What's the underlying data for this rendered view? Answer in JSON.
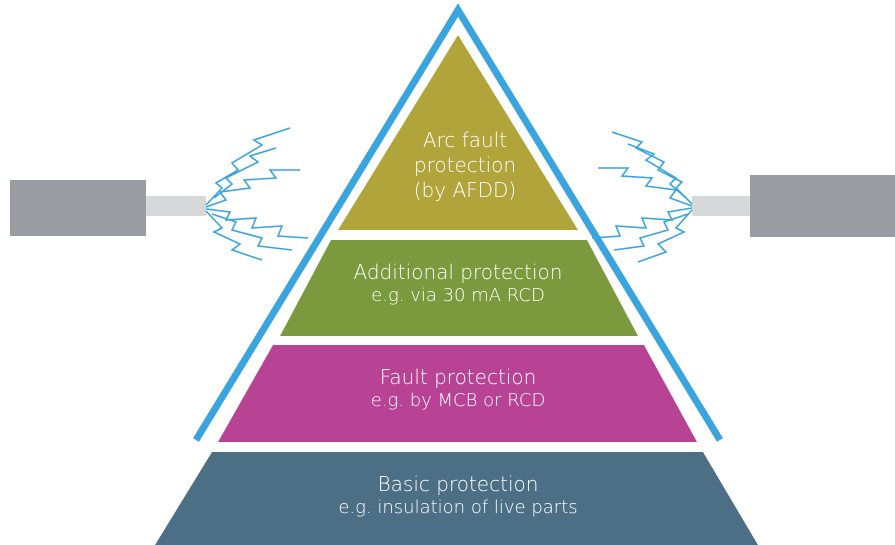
{
  "colors": {
    "outline": "#3aa4de",
    "level_arc": "#b0a43a",
    "level_additional": "#7a9a3d",
    "level_fault": "#b84294",
    "level_basic": "#4c6f86",
    "cable_jacket": "#999ca0",
    "cable_conductor": "#d6d8da",
    "spark": "#3aa4de"
  },
  "pyramid": {
    "arc": {
      "line1": "Arc fault",
      "line2": "protection",
      "line3": "(by AFDD)"
    },
    "additional": {
      "line1": "Additional protection",
      "line2": "e.g. via 30 mA RCD"
    },
    "fault": {
      "line1": "Fault protection",
      "line2": "e.g. by MCB or RCD"
    },
    "basic": {
      "line1": "Basic protection",
      "line2": "e.g. insulation of live parts"
    }
  },
  "icons": [
    "left-cable-icon",
    "right-cable-icon",
    "left-spark-icon",
    "right-spark-icon"
  ]
}
